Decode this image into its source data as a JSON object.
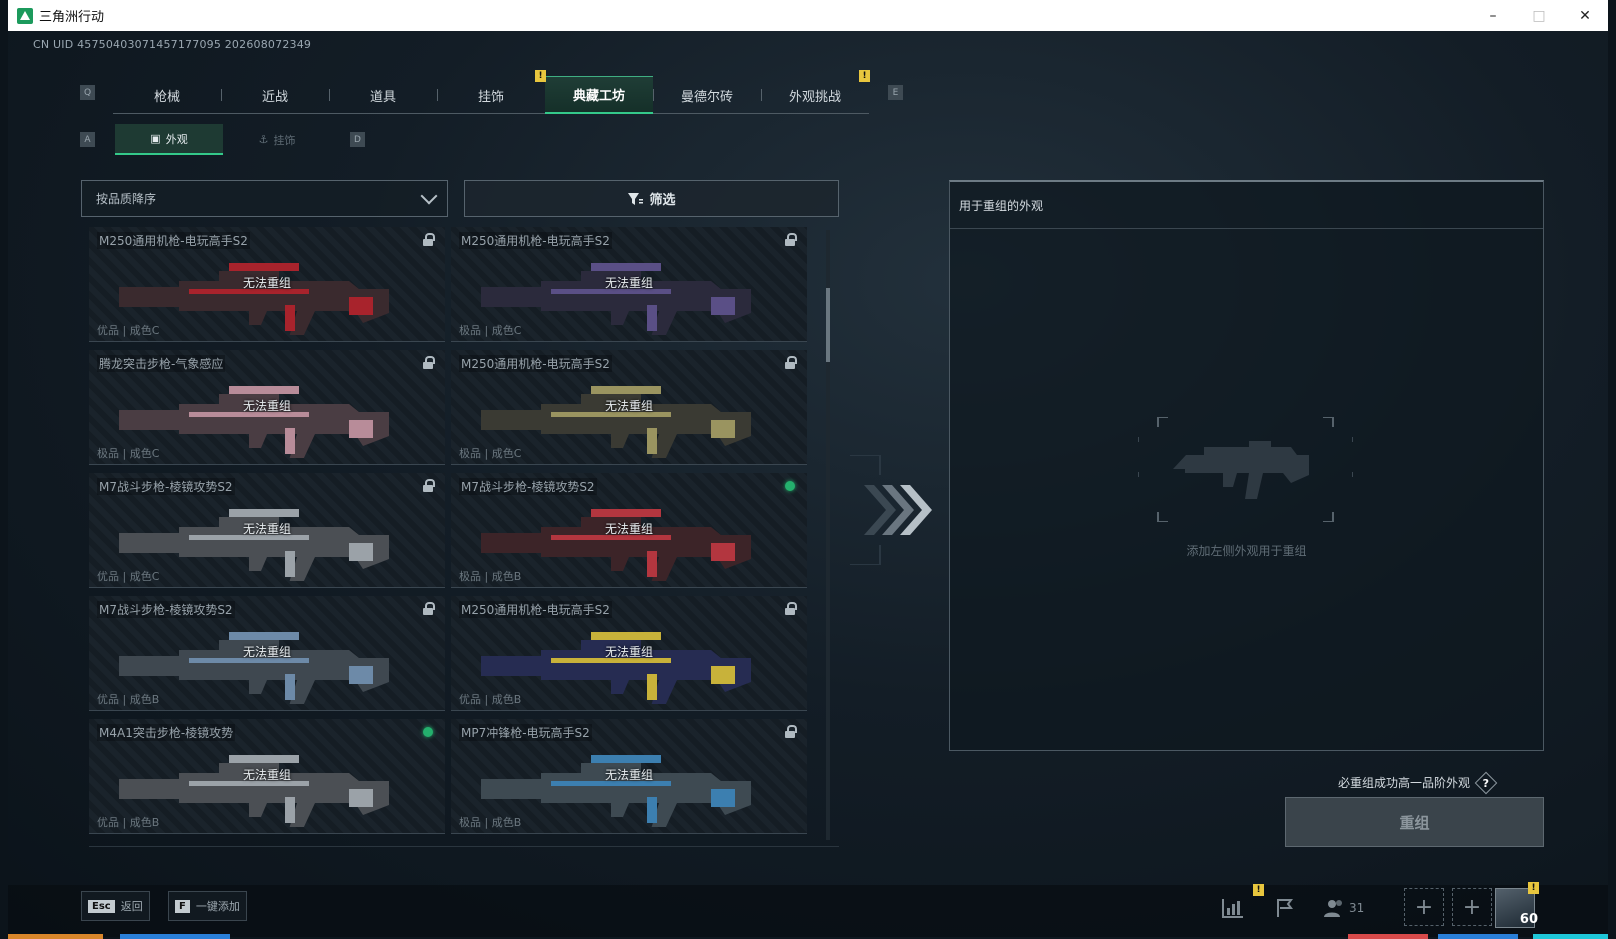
{
  "window": {
    "title": "三角洲行动"
  },
  "uid_text": "CN UID 4575040307145717709​5 202608072349",
  "tabs": [
    {
      "label": "枪械",
      "active": false
    },
    {
      "label": "近战",
      "active": false
    },
    {
      "label": "道具",
      "active": false
    },
    {
      "label": "挂饰",
      "active": false
    },
    {
      "label": "典藏工坊",
      "active": true
    },
    {
      "label": "曼德尔砖",
      "active": false
    },
    {
      "label": "外观挑战",
      "active": false
    }
  ],
  "tab_keys": {
    "prev": "Q",
    "next": "E"
  },
  "subtabs": [
    {
      "label": "外观",
      "active": true
    },
    {
      "label": "挂饰",
      "active": false
    }
  ],
  "subtab_keys": {
    "prev": "A",
    "next": "D"
  },
  "sort": {
    "value": "按品质降序"
  },
  "filter": {
    "label": "筛选"
  },
  "cards": [
    {
      "name": "M250通用机枪-电玩高手S2",
      "status": "无法重组",
      "quality": "优品 | 成色C",
      "badge": "lock",
      "palette": "red"
    },
    {
      "name": "M250通用机枪-电玩高手S2",
      "status": "无法重组",
      "quality": "极品 | 成色C",
      "badge": "lock",
      "palette": "purple"
    },
    {
      "name": "腾龙突击步枪-气象感应",
      "status": "无法重组",
      "quality": "极品 | 成色C",
      "badge": "lock",
      "palette": "pink"
    },
    {
      "name": "M250通用机枪-电玩高手S2",
      "status": "无法重组",
      "quality": "极品 | 成色C",
      "badge": "lock",
      "palette": "olive"
    },
    {
      "name": "M7战斗步枪-棱镜攻势S2",
      "status": "无法重组",
      "quality": "优品 | 成色C",
      "badge": "lock",
      "palette": "grey"
    },
    {
      "name": "M7战斗步枪-棱镜攻势S2",
      "status": "无法重组",
      "quality": "极品 | 成色B",
      "badge": "green",
      "palette": "crimson"
    },
    {
      "name": "M7战斗步枪-棱镜攻势S2",
      "status": "无法重组",
      "quality": "优品 | 成色B",
      "badge": "lock",
      "palette": "steel"
    },
    {
      "name": "M250通用机枪-电玩高手S2",
      "status": "无法重组",
      "quality": "优品 | 成色B",
      "badge": "lock",
      "palette": "blue"
    },
    {
      "name": "M4A1突击步枪-棱镜攻势",
      "status": "无法重组",
      "quality": "优品 | 成色B",
      "badge": "green",
      "palette": "grey"
    },
    {
      "name": "MP7冲锋枪-电玩高手S2",
      "status": "无法重组",
      "quality": "极品 | 成色B",
      "badge": "lock",
      "palette": "teal"
    }
  ],
  "panel": {
    "title": "用于重组的外观",
    "hint": "添加左侧外观用于重组"
  },
  "guarantee_text": "必重组成功高一品阶外观",
  "help_symbol": "?",
  "recompose_label": "重组",
  "bottom": {
    "back_key": "Esc",
    "back_label": "返回",
    "quick_key": "F",
    "quick_label": "一键添加",
    "friends_count": "31",
    "avatar_level": "60"
  },
  "colors": {
    "accent_green": "#34c98a",
    "notif_yellow": "#e8c63e",
    "palettes": {
      "red": [
        "#3a2a2e",
        "#a8232c"
      ],
      "purple": [
        "#2b2a3c",
        "#5a4f86"
      ],
      "pink": [
        "#4a3d43",
        "#b88c99"
      ],
      "olive": [
        "#3a3a33",
        "#9a9460"
      ],
      "grey": [
        "#4b4f54",
        "#9ba2a8"
      ],
      "crimson": [
        "#3c2428",
        "#b3363f"
      ],
      "steel": [
        "#3f4850",
        "#6d8aa8"
      ],
      "blue": [
        "#262c52",
        "#c8b23a"
      ],
      "teal": [
        "#3e4a52",
        "#3c7fb0"
      ]
    }
  }
}
